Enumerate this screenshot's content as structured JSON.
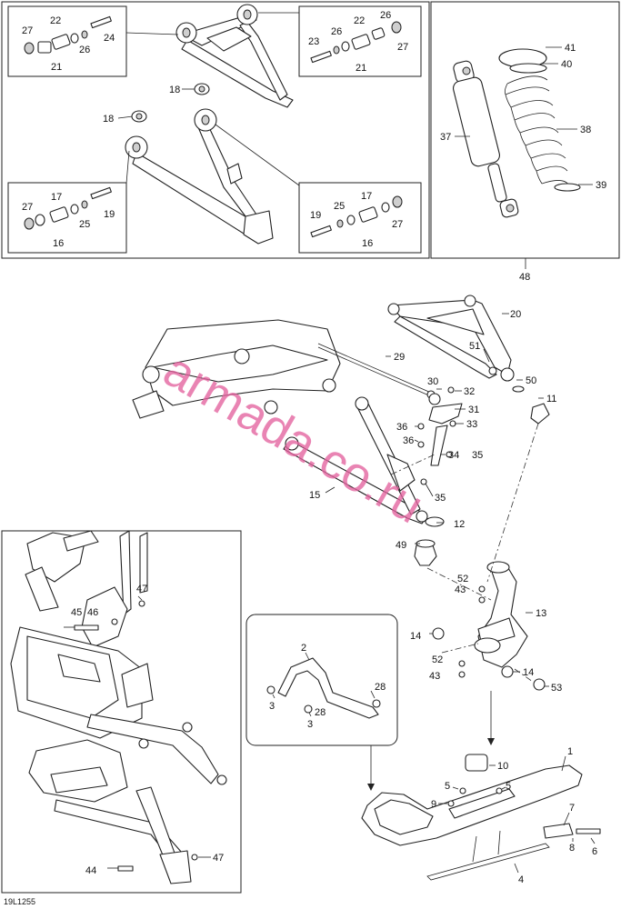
{
  "diagram_code": "19L1255",
  "watermark": "armada.co.ru",
  "callouts": {
    "p1": "1",
    "p2": "2",
    "p3a": "3",
    "p3b": "3",
    "p4": "4",
    "p5a": "5",
    "p5b": "5",
    "p6": "6",
    "p7": "7",
    "p8": "8",
    "p9": "9",
    "p10": "10",
    "p11": "11",
    "p12": "12",
    "p13": "13",
    "p14a": "14",
    "p14b": "14",
    "p15": "15",
    "p16a": "16",
    "p16b": "16",
    "p17a": "17",
    "p17b": "17",
    "p18a": "18",
    "p18b": "18",
    "p19a": "19",
    "p19b": "19",
    "p20": "20",
    "p21a": "21",
    "p21b": "21",
    "p22a": "22",
    "p22b": "22",
    "p23": "23",
    "p24": "24",
    "p25a": "25",
    "p25b": "25",
    "p26a": "26",
    "p26b": "26",
    "p26c": "26",
    "p27a": "27",
    "p27b": "27",
    "p27c": "27",
    "p27d": "27",
    "p28a": "28",
    "p28b": "28",
    "p29": "29",
    "p30": "30",
    "p31": "31",
    "p32": "32",
    "p33": "33",
    "p34": "34",
    "p35a": "35",
    "p35b": "35",
    "p36a": "36",
    "p36b": "36",
    "p37": "37",
    "p38": "38",
    "p39": "39",
    "p40": "40",
    "p41": "41",
    "p43a": "43",
    "p43b": "43",
    "p44": "44",
    "p45": "45",
    "p46": "46",
    "p47a": "47",
    "p47b": "47",
    "p48": "48",
    "p49": "49",
    "p50": "50",
    "p51": "51",
    "p52a": "52",
    "p52b": "52",
    "p53": "53"
  }
}
